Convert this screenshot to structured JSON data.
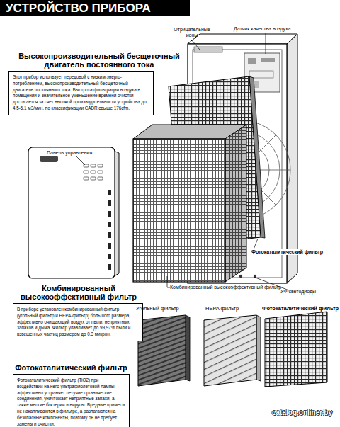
{
  "diagram": {
    "title": "УСТРОЙСТВО ПРИБОРА",
    "nodes": [
      {
        "text": [
          "Высокопроизводительный бесщеточный двигатель постоянного тока",
          "Этот прибор использует передовой с низким энерго- потреблением, высокопроизводительный бесщеточный двигатель постоянного тока. Быстрота фильтрации воздуха в помещении и значительное уменьшение времени очистки достигается за счет высокой производительности устройства до 4,5-5,1 м3/мин, по классификации CADR свыше 176cfm."
        ]
      },
      {
        "text": [
          "Комбинированный высокоэффективный фильтр",
          "В приборе установлен комбинированный фильтр (угольный фильтр и HEPA-фильтр) большого размера, эффективно очищающий воздух от пыли, неприятных запахов и дыма. Фильтр улавливает до 99,97% пыли и взвешенных частиц размером до 0,3 микрон."
        ]
      },
      {
        "text": [
          "Фотокаталитический фильтр",
          "Фотокаталитический фильтр (TiO2) при воздействии на него ультрафиолетовой лампы эффективно устраняет летучие органические соединения, уничтожает неприятные запахи, а также многие бактерии и вирусы. Вредные примеси не накапливаются в фильтре, а разлагаются на безопасные компоненты, поэтому он не требует замены и очистки."
        ]
      }
    ],
    "labels": [
      "Отрицательные ионы",
      "Датчик качества воздуха",
      "Панель управления",
      "УФ светодиоды",
      "Фотокаталитический фильтр",
      "Комбинированный высокоэффективный фильтр",
      "Угольный фильтр",
      "HEPA фильтр",
      "Фотокаталитический фильтр",
      "catalog.onliner.by"
    ]
  }
}
